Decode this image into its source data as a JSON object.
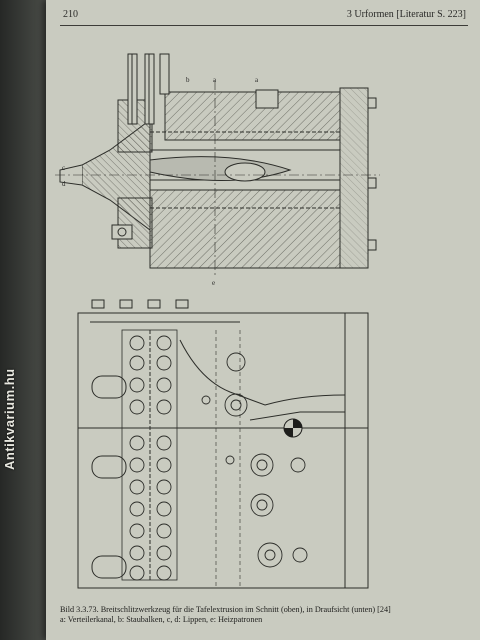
{
  "header": {
    "page_number": "210",
    "chapter": "3  Urformen [Literatur S. 223]"
  },
  "figure": {
    "labels_top": [
      "b",
      "a",
      "a"
    ],
    "labels_left": [
      "c",
      "d"
    ],
    "label_bottom": "e",
    "caption_line1": "Bild 3.3.73. Breitschlitzwerkzeug für die Tafelextrusion im Schnitt (oben), in Draufsicht (unten) [24]",
    "caption_line2": "a: Verteilerkanal, b: Staubalken, c, d: Lippen, e: Heizpatronen"
  },
  "watermark": "Antikvarium.hu"
}
